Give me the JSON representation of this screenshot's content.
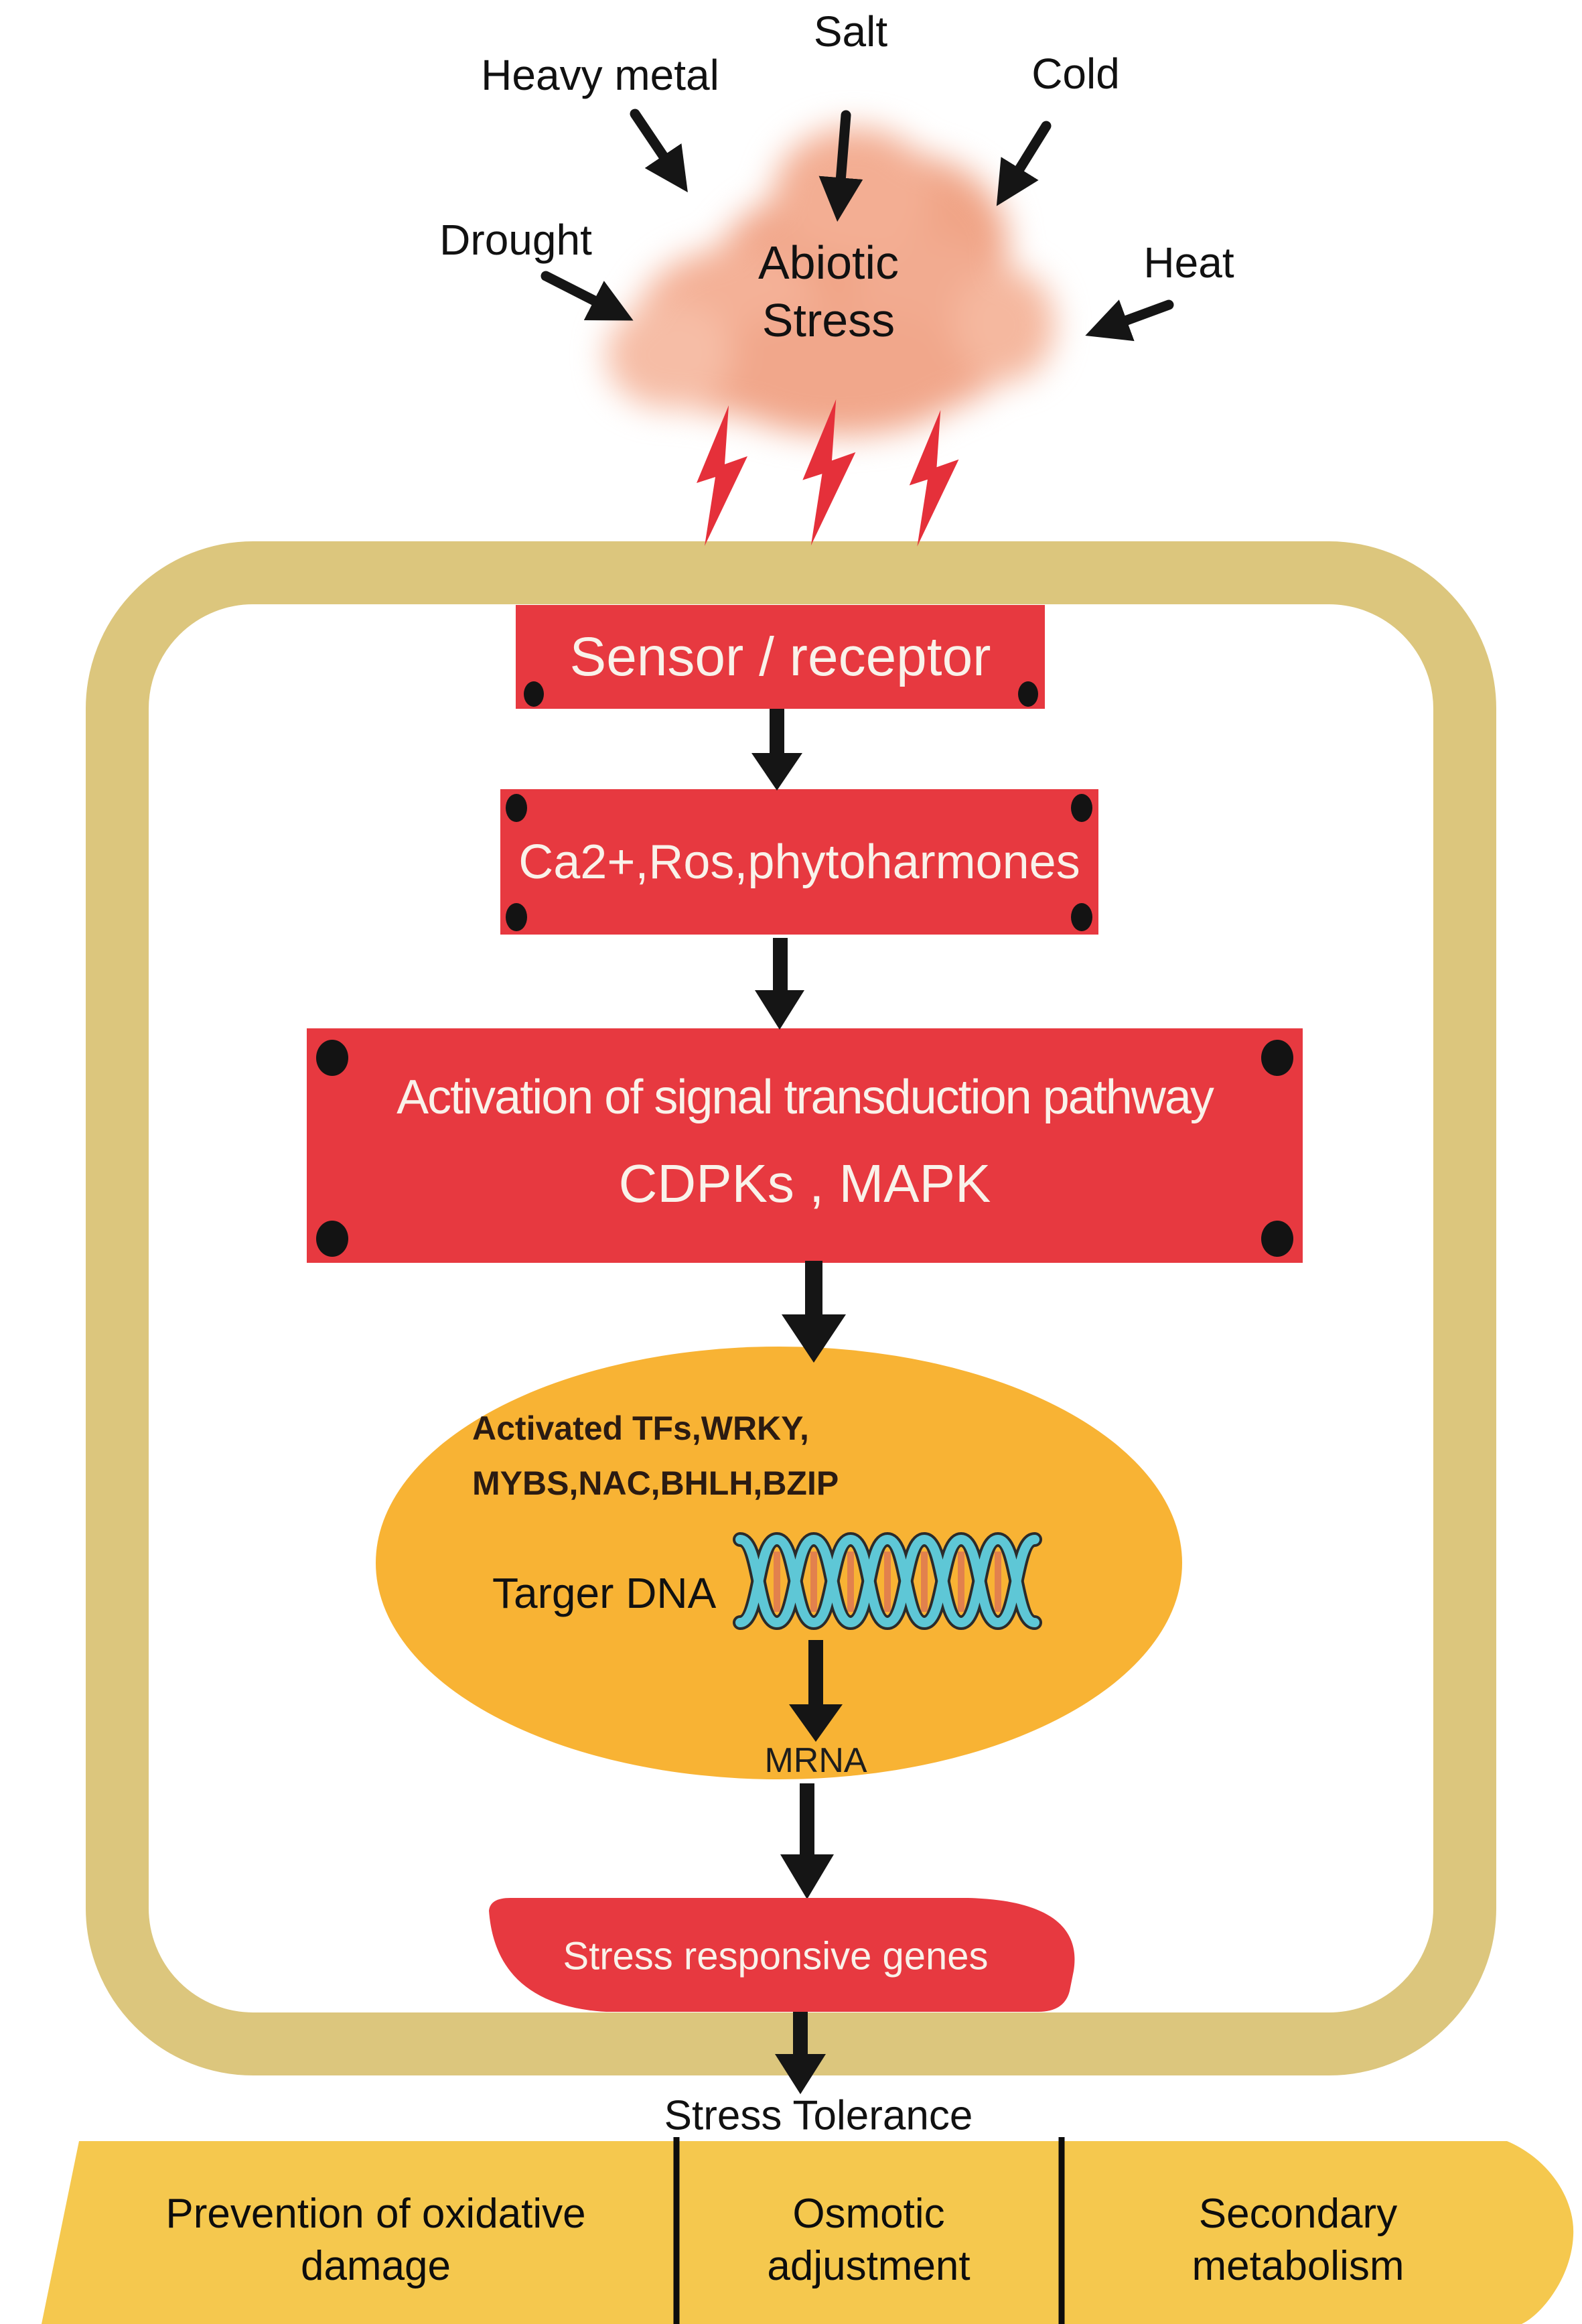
{
  "palette": {
    "box_red": "#e73940",
    "membrane_tan": "#dcc67d",
    "nucleus_yellow": "#f8b334",
    "banner_yellow": "#f5c84e",
    "cloud_salmon": "#f1a78b",
    "lightning_red": "#e5303a",
    "arrow_black": "#151515",
    "box_text_cream": "#f9f2ea",
    "dna_strand_cyan": "#5ec7d6",
    "dna_rung_orange": "#e2814d"
  },
  "stressors": {
    "heavy_metal": "Heavy metal",
    "salt": "Salt",
    "cold": "Cold",
    "drought": "Drought",
    "heat": "Heat"
  },
  "cloud": {
    "line1": "Abiotic",
    "line2": "Stress"
  },
  "pathway": {
    "sensor": "Sensor / receptor",
    "messengers": "Ca2+,Ros,phytoharmones",
    "activation_line1": "Activation of signal transduction pathway",
    "activation_line2": "CDPKs , MAPK",
    "tf_line1": "Activated TFs,WRKY,",
    "tf_line2": "MYBS,NAC,BHLH,BZIP",
    "target_dna": "Targer DNA",
    "mrna": "MRNA",
    "genes": "Stress responsive genes",
    "tolerance": "Stress Tolerance"
  },
  "outcomes": [
    {
      "line1": "Prevention of oxidative",
      "line2": "damage"
    },
    {
      "line1": "Osmotic",
      "line2": "adjustment"
    },
    {
      "line1": "Secondary",
      "line2": "metabolism"
    }
  ]
}
